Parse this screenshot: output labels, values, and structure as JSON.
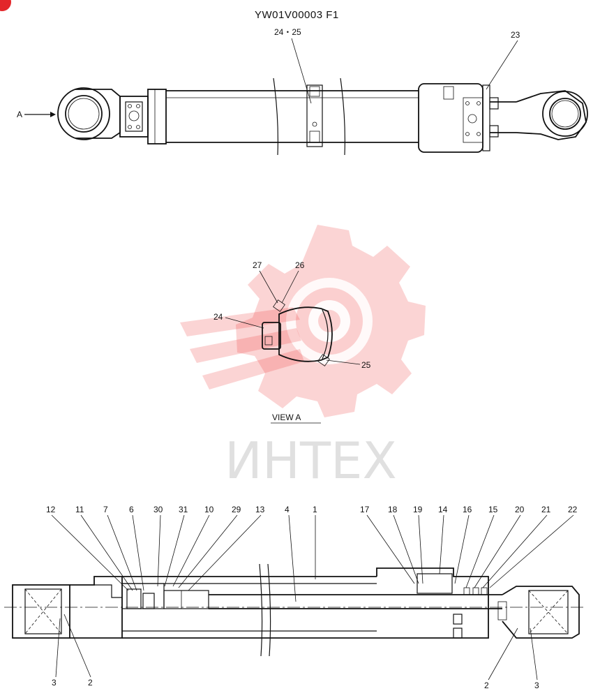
{
  "drawing_code": "YW01V00003 F1",
  "view_arrow_label": "A",
  "view_caption": "VIEW    A",
  "watermark_text": "ИНТЕХ",
  "colors": {
    "watermark": "#ee3d3d",
    "ink": "#111111"
  },
  "callouts_top": [
    "24・25",
    "23"
  ],
  "callouts_view": [
    "27",
    "26",
    "24",
    "25"
  ],
  "callouts_section_top": [
    "12",
    "11",
    "7",
    "6",
    "30",
    "31",
    "10",
    "29",
    "13",
    "4",
    "1",
    "17",
    "18",
    "19",
    "14",
    "16",
    "15",
    "20",
    "21",
    "22"
  ],
  "callouts_section_bottom": [
    "3",
    "2",
    "2",
    "3"
  ]
}
